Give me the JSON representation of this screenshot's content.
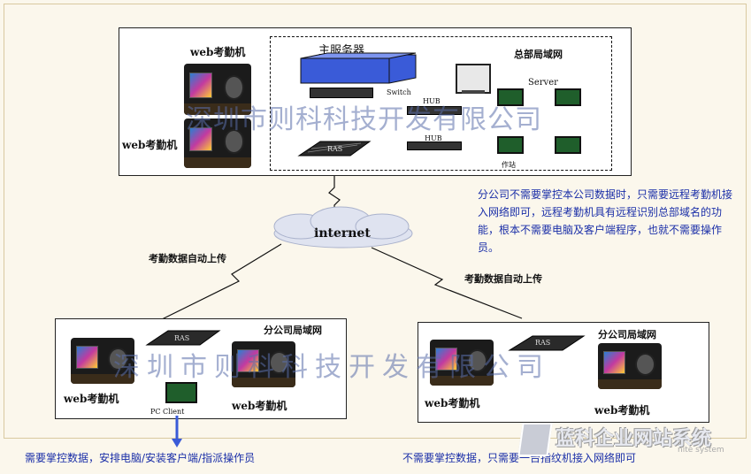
{
  "headquarters": {
    "main_server_label": "主服务器",
    "lan_label": "总部局域网",
    "server_label": "Server",
    "switch_label": "Switch",
    "hub1_label": "HUB",
    "hub2_label": "HUB",
    "ras_label": "RAS",
    "workstation_label": "作站",
    "device1_label": "web考勤机",
    "device2_label": "web考勤机"
  },
  "cloud_label": "internet",
  "upload_left": "考勤数据自动上传",
  "upload_right": "考勤数据自动上传",
  "note_text": "分公司不需要掌控本公司数据时，只需要远程考勤机接入网络即可，远程考勤机具有远程识别总部域名的功能，根本不需要电脑及客户端程序，也就不需要操作员。",
  "branch_left": {
    "lan_label": "分公司局域网",
    "ras_label": "RAS",
    "pc_label": "PC Client",
    "device1_label": "web考勤机",
    "device2_label": "web考勤机"
  },
  "branch_right": {
    "lan_label": "分公司局域网",
    "ras_label": "RAS",
    "device1_label": "web考勤机",
    "device2_label": "web考勤机"
  },
  "bottom_left": "需要掌控数据，安排电脑/安装客户端/指派操作员",
  "bottom_right": "不需要掌控数据，只需要一台指纹机接入网络即可",
  "watermark_top": "深圳市则科科技开发有限公司",
  "watermark_bottom": "深圳市则科科技开发有限公司",
  "logo": {
    "text": "蓝科企业网站系统",
    "subtext": "nite system"
  },
  "colors": {
    "note": "#1b2fa8",
    "server": "#3a5bd8",
    "cloud": "#dfe3f0"
  }
}
